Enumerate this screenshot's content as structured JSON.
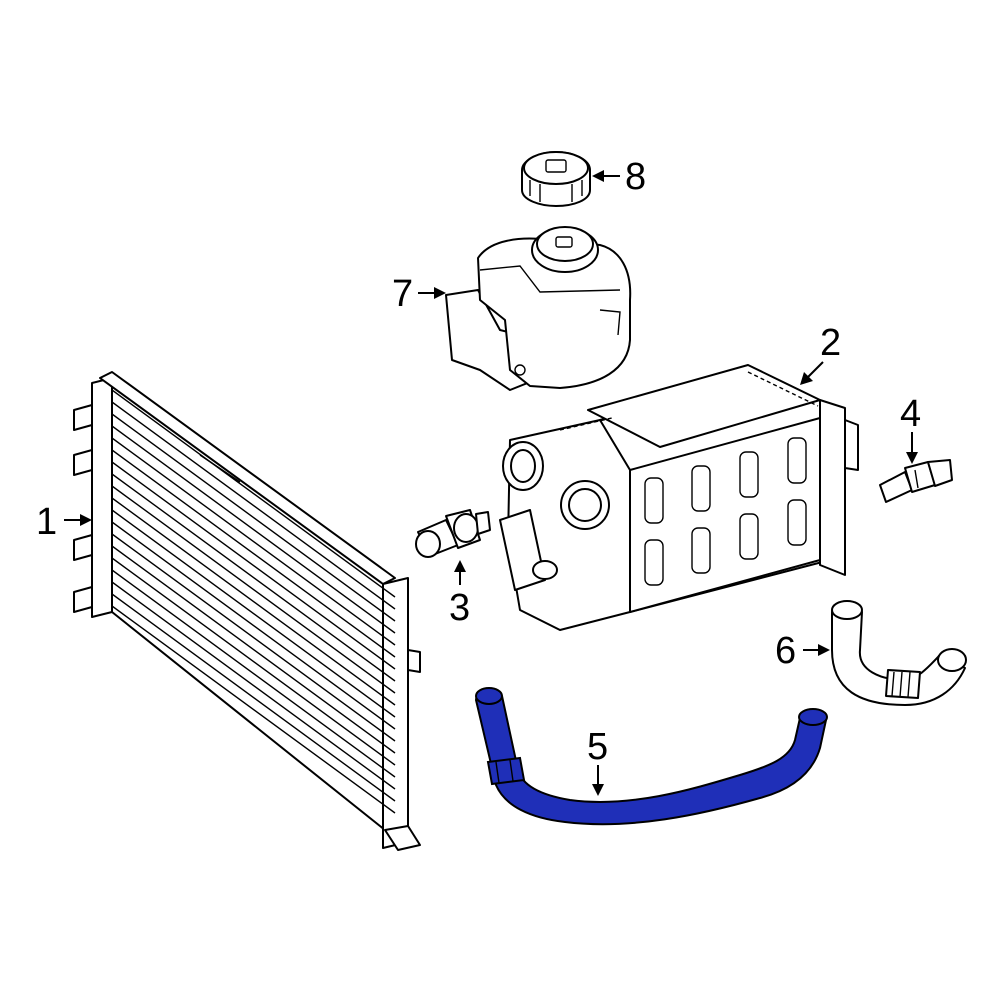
{
  "colors": {
    "highlight": "#1f2fb8",
    "line": "#000000",
    "background": "#ffffff"
  },
  "callouts": [
    {
      "id": "1",
      "label": "1"
    },
    {
      "id": "2",
      "label": "2"
    },
    {
      "id": "3",
      "label": "3"
    },
    {
      "id": "4",
      "label": "4"
    },
    {
      "id": "5",
      "label": "5"
    },
    {
      "id": "6",
      "label": "6"
    },
    {
      "id": "7",
      "label": "7"
    },
    {
      "id": "8",
      "label": "8"
    }
  ],
  "highlighted_callout": "5"
}
